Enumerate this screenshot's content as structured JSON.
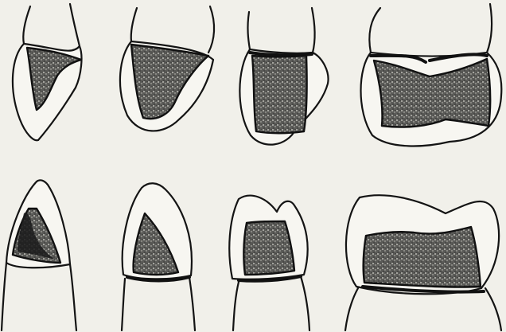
{
  "figure": {
    "background_color": "#f1f0ea",
    "ink_color": "#141414",
    "cavity_fill": "stippled-dark",
    "rows": [
      {
        "name": "upper-row",
        "teeth": [
          "upper-tooth-1",
          "upper-tooth-2",
          "upper-tooth-3",
          "upper-tooth-4"
        ]
      },
      {
        "name": "lower-row",
        "teeth": [
          "lower-tooth-1",
          "lower-tooth-2",
          "lower-tooth-3",
          "lower-tooth-4"
        ]
      }
    ]
  }
}
